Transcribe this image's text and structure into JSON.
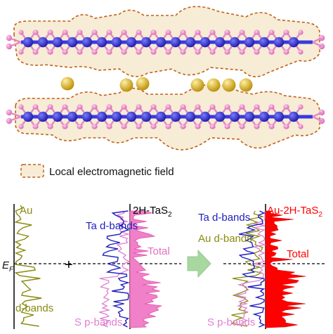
{
  "colors": {
    "ta_atom": "#2a2ad0",
    "s_atom": "#ee88cc",
    "bond": "#e28ac4",
    "au_atom": "#e0b020",
    "field_fill": "#f7ecd6",
    "field_outline": "#c06018",
    "au_line": "#8a8a10",
    "ta_line": "#2020c0",
    "s_line": "#e080d0",
    "total_pristine": "#f080c8",
    "total_composite": "#ff0000",
    "arrow": "#a8d8a0"
  },
  "legend": {
    "label": "Local electromagnetic field"
  },
  "dos": {
    "fermi_symbol": "E",
    "fermi_subscript": "F",
    "panel1": {
      "top_label": "Au",
      "bottom_label": "d-bands"
    },
    "plus_sign": "+",
    "panel2": {
      "title_main": "2H-TaS",
      "title_sub": "2",
      "ta_label": "Ta d-bands",
      "total_label": "Total",
      "s_label": "S p-bands"
    },
    "panel3": {
      "title_main": "Au-2H-TaS",
      "title_sub": "2",
      "ta_label": "Ta d-bands",
      "au_label": "Au d-bands",
      "total_label": "Total",
      "s_label": "S p-bands"
    }
  }
}
